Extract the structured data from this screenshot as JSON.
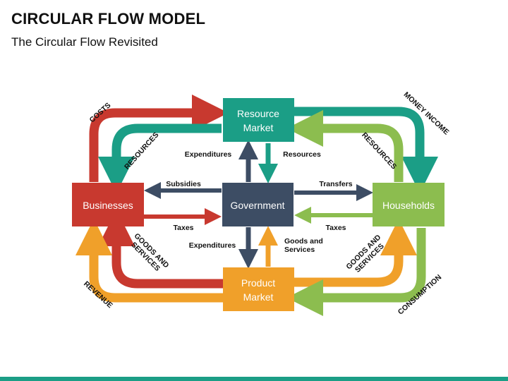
{
  "header": {
    "title": "CIRCULAR FLOW MODEL",
    "subtitle": "The Circular Flow Revisited"
  },
  "colors": {
    "teal": "#1b9e86",
    "red": "#c8392f",
    "lime": "#8cbd4f",
    "orange": "#f0a02a",
    "navy": "#3d4d64"
  },
  "nodes": {
    "resource_market": {
      "line1": "Resource",
      "line2": "Market"
    },
    "businesses": "Businesses",
    "government": "Government",
    "households": "Households",
    "product_market": {
      "line1": "Product",
      "line2": "Market"
    }
  },
  "labels": {
    "costs": "COSTS",
    "money_income": "MONEY INCOME",
    "resources_left": "RESOURCES",
    "resources_right": "RESOURCES",
    "expenditures_top": "Expenditures",
    "resources_center": "Resources",
    "subsidies": "Subsidies",
    "transfers": "Transfers",
    "taxes_left": "Taxes",
    "taxes_right": "Taxes",
    "expenditures_bottom": "Expenditures",
    "goods_services_center": {
      "line1": "Goods and",
      "line2": "Services"
    },
    "goods_services_left": {
      "line1": "GOODS AND",
      "line2": "SERVICES"
    },
    "goods_services_right": {
      "line1": "GOODS AND",
      "line2": "SERVICES"
    },
    "revenue": "REVENUE",
    "consumption": "CONSUMPTION"
  }
}
